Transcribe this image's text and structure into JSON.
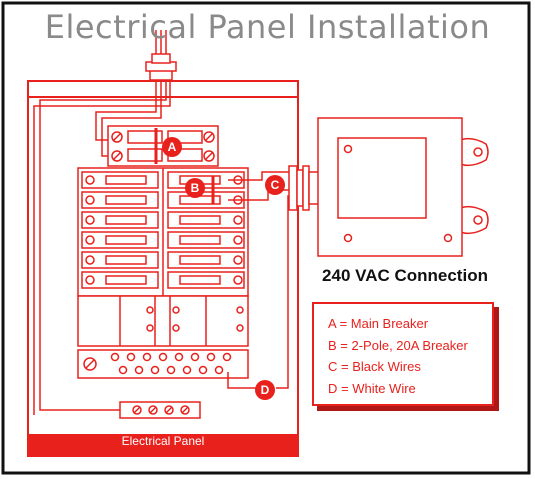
{
  "title": "Electrical Panel Installation",
  "panel_label": "Electrical Panel",
  "connection_label": "240 VAC Connection",
  "markers": [
    "A",
    "B",
    "C",
    "D"
  ],
  "legend": [
    "A = Main Breaker",
    "B = 2-Pole, 20A Breaker",
    "C = Black Wires",
    "D = White Wire"
  ],
  "colors": {
    "accent": "#e8211d",
    "title": "#8a8a8a",
    "frame": "#111111"
  }
}
